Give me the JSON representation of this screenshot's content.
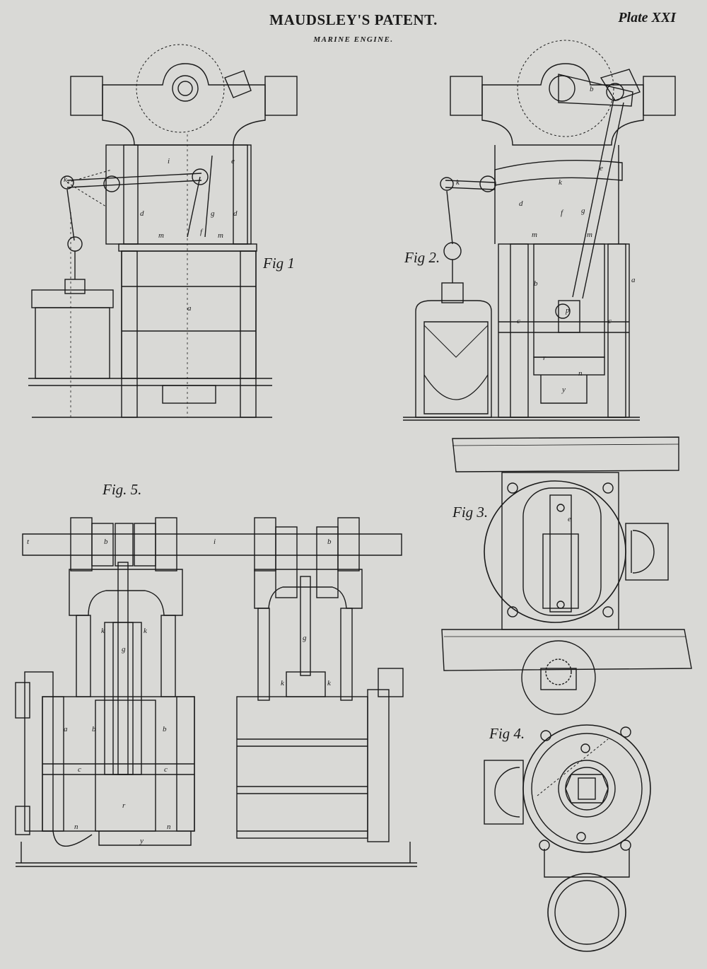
{
  "header": {
    "title": "MAUDSLEY'S PATENT.",
    "subtitle": "MARINE ENGINE.",
    "plate": "Plate XXI"
  },
  "figures": {
    "fig1": "Fig 1",
    "fig2": "Fig 2.",
    "fig3": "Fig 3.",
    "fig4": "Fig 4.",
    "fig5": "Fig. 5."
  },
  "letters": {
    "a": "a",
    "b": "b",
    "c": "c",
    "d": "d",
    "e": "e",
    "f": "f",
    "g": "g",
    "i": "i",
    "k": "k",
    "m": "m",
    "n": "n",
    "p": "p",
    "r": "r",
    "t": "t",
    "y": "y"
  },
  "colors": {
    "paper": "#d9d9d6",
    "ink": "#1a1a1a"
  }
}
